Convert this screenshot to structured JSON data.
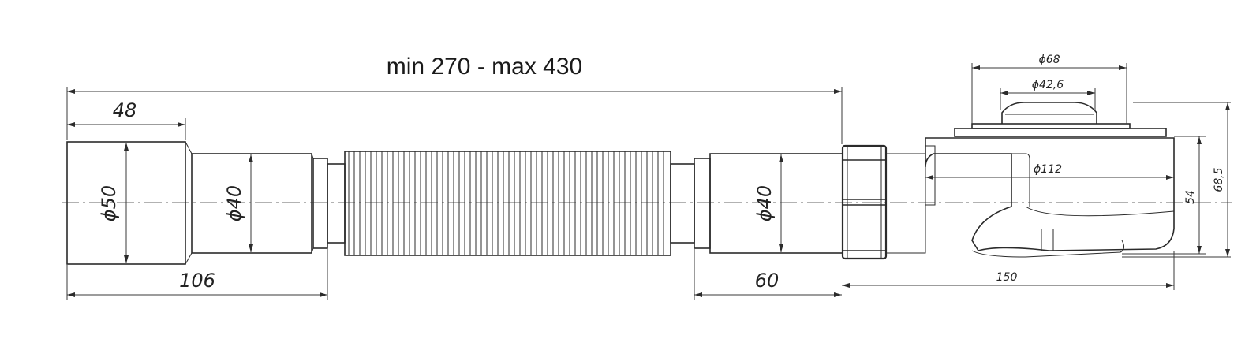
{
  "title": "min 270 - max 430",
  "dimensions": {
    "inlet_length": "48",
    "inlet_diameter": "ϕ50",
    "left_section_length": "106",
    "left_pipe_diameter": "ϕ40",
    "right_section_length": "60",
    "right_pipe_diameter": "ϕ40",
    "outer_diameter": "ϕ68",
    "inner_diameter": "ϕ42,6",
    "trap_diameter": "ϕ112",
    "trap_length": "150",
    "trap_height": "54",
    "total_height": "68,5"
  }
}
